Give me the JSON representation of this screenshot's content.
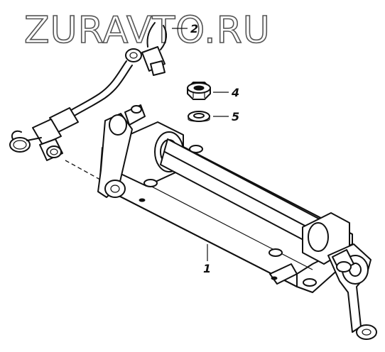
{
  "watermark": {
    "text": "ZURAVTO.RU",
    "color": "#555555"
  },
  "callouts": [
    {
      "id": "1",
      "label": "1"
    },
    {
      "id": "2",
      "label": "2"
    },
    {
      "id": "4",
      "label": "4"
    },
    {
      "id": "5",
      "label": "5"
    }
  ]
}
